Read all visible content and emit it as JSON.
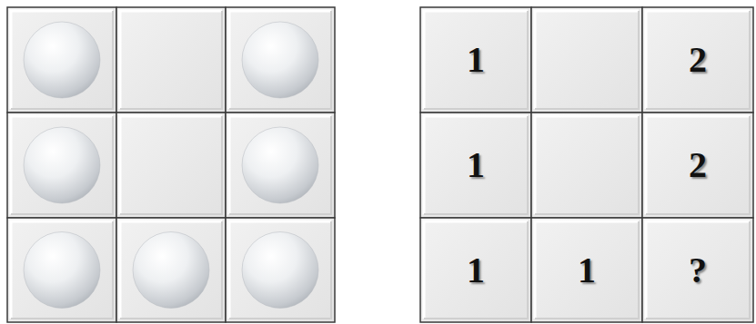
{
  "diagram": {
    "labels": [
      "1",
      "2",
      "1",
      "2",
      "1",
      "1",
      "?"
    ]
  }
}
